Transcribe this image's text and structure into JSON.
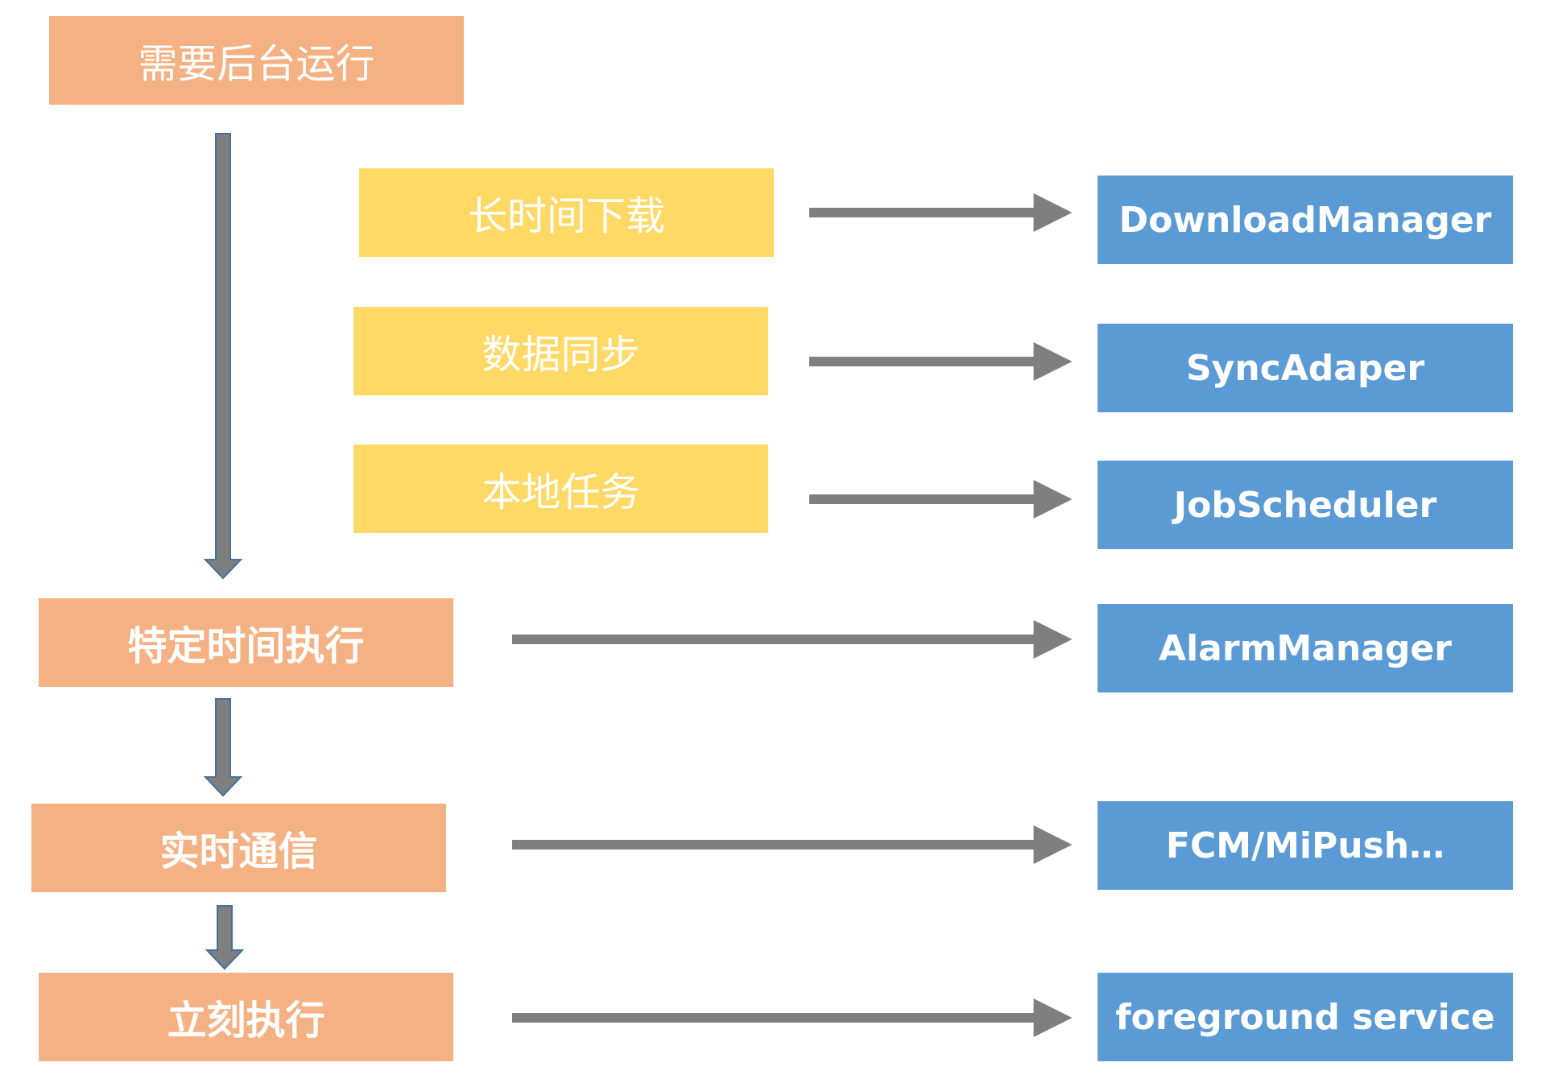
{
  "diagram": {
    "steps": [
      {
        "id": "need",
        "label": "需要后台运行"
      },
      {
        "id": "timed",
        "label": "特定时间执行"
      },
      {
        "id": "realtime",
        "label": "实时通信"
      },
      {
        "id": "now",
        "label": "立刻执行"
      }
    ],
    "sub_tasks": [
      {
        "id": "download",
        "label": "长时间下载"
      },
      {
        "id": "sync",
        "label": "数据同步"
      },
      {
        "id": "local",
        "label": "本地任务"
      }
    ],
    "solutions": [
      {
        "id": "download",
        "label": "DownloadManager"
      },
      {
        "id": "sync",
        "label": "SyncAdaper"
      },
      {
        "id": "job",
        "label": "JobScheduler"
      },
      {
        "id": "alarm",
        "label": "AlarmManager"
      },
      {
        "id": "fcm",
        "label": "FCM/MiPush…"
      },
      {
        "id": "fg",
        "label": "foreground service"
      }
    ],
    "edges": [
      {
        "from": "need",
        "to": "timed",
        "kind": "down"
      },
      {
        "from": "timed",
        "to": "realtime",
        "kind": "down"
      },
      {
        "from": "realtime",
        "to": "now",
        "kind": "down"
      },
      {
        "from": "download",
        "to": "DownloadManager",
        "kind": "right"
      },
      {
        "from": "sync",
        "to": "SyncAdaper",
        "kind": "right"
      },
      {
        "from": "local",
        "to": "JobScheduler",
        "kind": "right"
      },
      {
        "from": "timed",
        "to": "AlarmManager",
        "kind": "right"
      },
      {
        "from": "realtime",
        "to": "FCM/MiPush…",
        "kind": "right"
      },
      {
        "from": "now",
        "to": "foreground service",
        "kind": "right"
      }
    ],
    "colors": {
      "step": "#f4b183",
      "sub_task": "#ffd966",
      "solution": "#5b9bd5",
      "arrow": "#7f7f7f",
      "arrow_outline": "#41719c"
    }
  }
}
